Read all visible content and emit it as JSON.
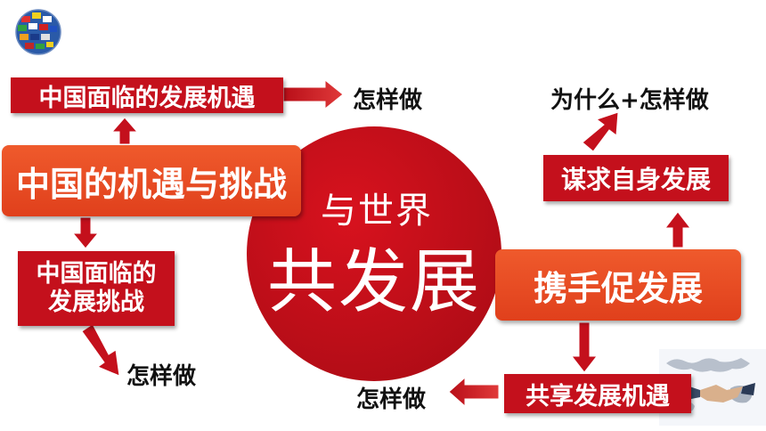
{
  "center": {
    "line1": "与世界",
    "line2": "共发展"
  },
  "left": {
    "main": "中国的机遇与挑战",
    "opportunity": "中国面临的发展机遇",
    "challenge_line1": "中国面临的",
    "challenge_line2": "发展挑战",
    "how_top": "怎样做",
    "how_bottom": "怎样做"
  },
  "right": {
    "main": "携手促发展",
    "self": "谋求自身发展",
    "why_how": "为什么+怎样做",
    "share": "共享发展机遇",
    "how": "怎样做"
  },
  "colors": {
    "dark_red": "#c4101c",
    "orange_red": "#e84a24",
    "circle_red": "#c80f1a"
  },
  "icons": [
    "globe-flags-icon",
    "world-map-handshake-icon"
  ]
}
